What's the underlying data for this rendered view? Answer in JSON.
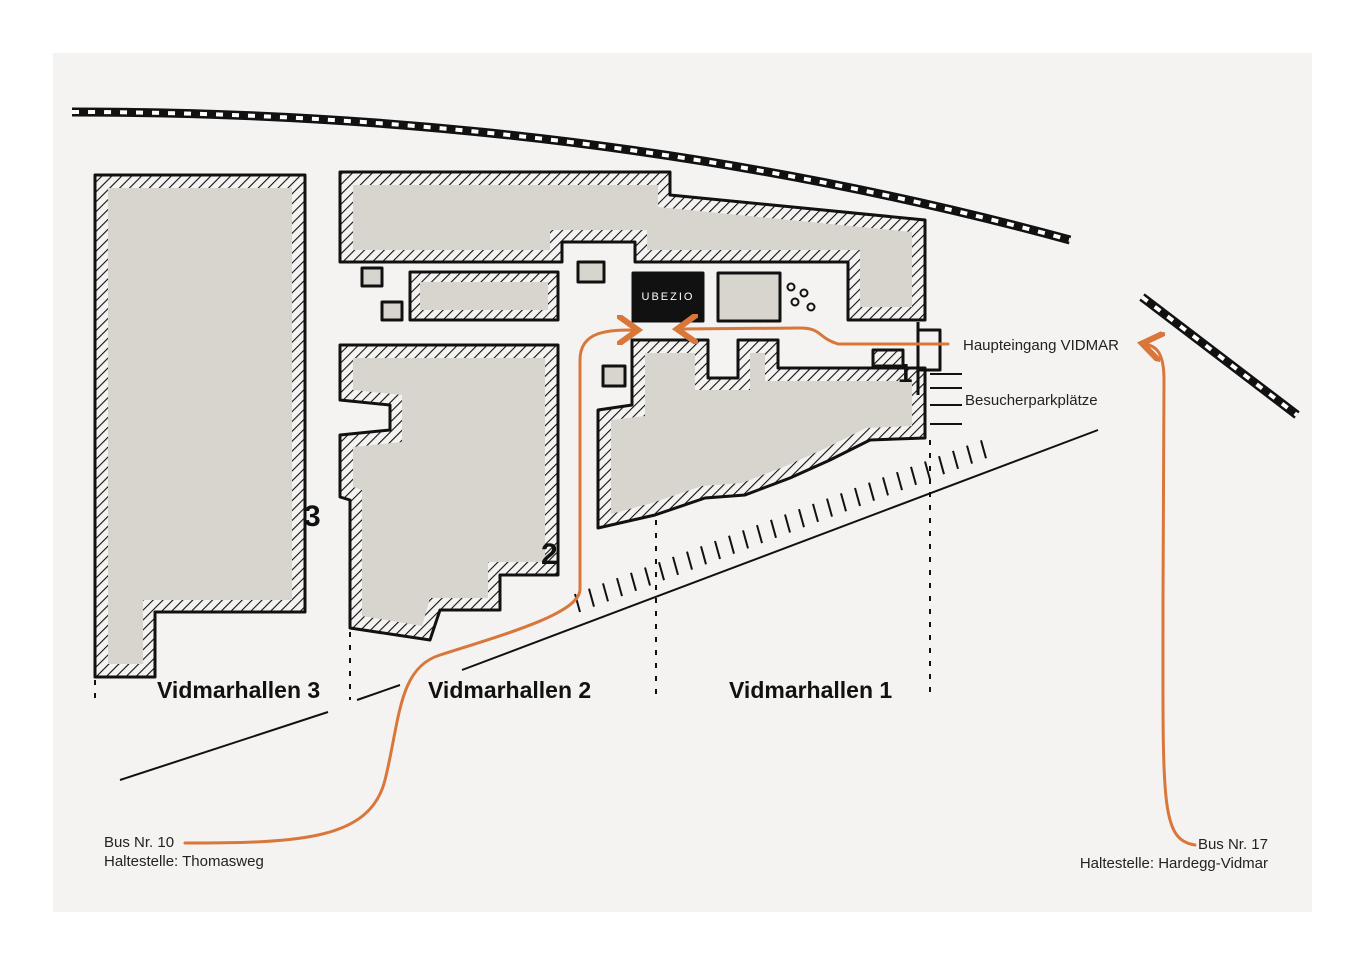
{
  "map": {
    "halls": [
      "Vidmarhallen 3",
      "Vidmarhallen 2",
      "Vidmarhallen 1"
    ],
    "hall_numbers": [
      "3",
      "2",
      "1"
    ],
    "tenant_label": "UBEZIO",
    "main_entrance": "Haupteingang VIDMAR",
    "parking": "Besucherparkplätze",
    "bus_10": {
      "line": "Bus Nr. 10",
      "stop": "Haltestelle: Thomasweg"
    },
    "bus_17": {
      "line": "Bus Nr. 17",
      "stop": "Haltestelle: Hardegg-Vidmar"
    },
    "colors": {
      "route": "#d9773a",
      "building": "#d8d5cf",
      "background": "#f4f3f1",
      "tenant": "#111111"
    }
  }
}
